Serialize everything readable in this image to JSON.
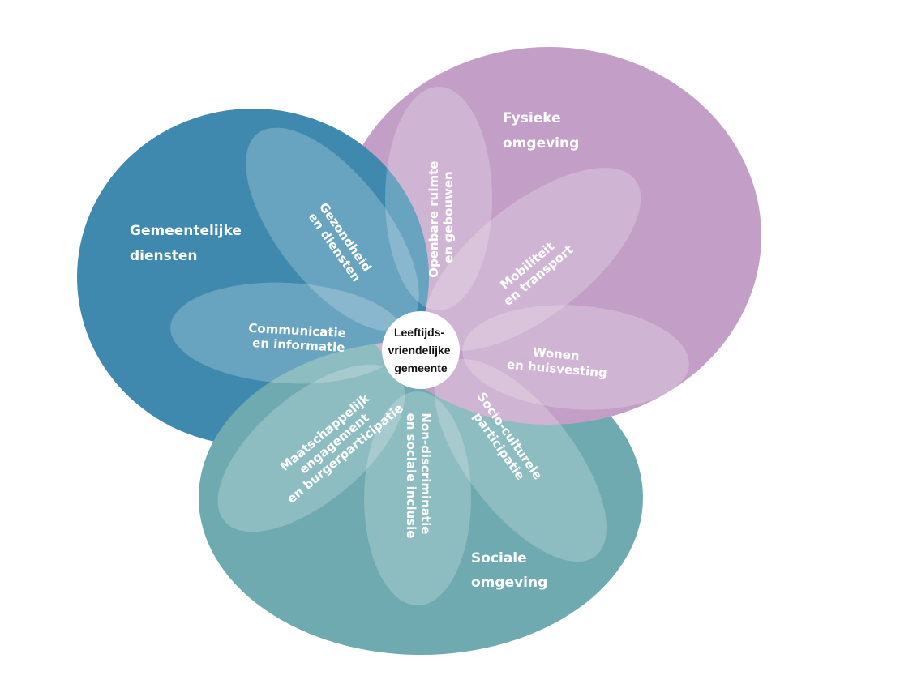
{
  "colors": {
    "gemeentelijke": "#3e89ad",
    "fysieke": "#c39fc7",
    "sociale": "#6eaab0"
  },
  "domains": {
    "gemeentelijke": [
      "Gemeentelijke",
      "diensten"
    ],
    "fysieke": [
      "Fysieke",
      "omgeving"
    ],
    "sociale": [
      "Sociale",
      "omgeving"
    ]
  },
  "center": [
    "Leeftijds-",
    "vriendelijke",
    "gemeente"
  ],
  "petals": {
    "gezondheid": [
      "Gezondheid",
      "en diensten"
    ],
    "openbare": [
      "Openbare ruimte",
      "en gebouwen"
    ],
    "mobiliteit": [
      "Mobiliteit",
      "en transport"
    ],
    "wonen": [
      "Wonen",
      "en huisvesting"
    ],
    "communicatie": [
      "Communicatie",
      "en informatie"
    ],
    "maatschappelijk": [
      "Maatschappelijk",
      "engagement",
      "en burgerparticipatie"
    ],
    "nondiscriminatie": [
      "Non-discriminatie",
      "en sociale inclusie"
    ],
    "socio": [
      "Socio-culturele",
      "participatie"
    ]
  }
}
